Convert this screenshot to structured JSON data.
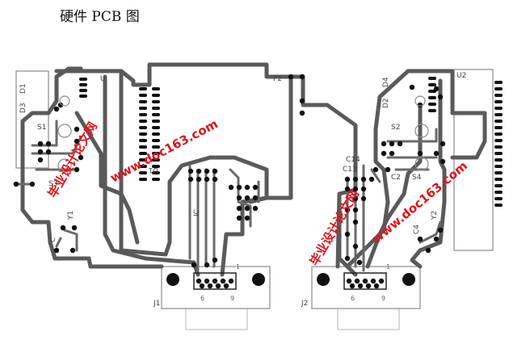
{
  "caption": "硬件 PCB 图",
  "labels": {
    "d1": "D1",
    "d3": "D3",
    "s1": "S1",
    "s3": "S3",
    "y1": "Y1",
    "c": "C",
    "p2": "P2",
    "d4": "D4",
    "d2": "D2",
    "s2": "S2",
    "c14": "C14",
    "c13": "C13",
    "c2": "C2",
    "s4": "S4",
    "y2": "Y2",
    "c4": "C4",
    "u2": "U2",
    "u": "U",
    "u1": "U1",
    "ic": "IC",
    "j1": "J1",
    "j2": "J2",
    "j1_pin1": "1",
    "j1_pin6": "6",
    "j1_pin9": "9",
    "j2_pin1": "1",
    "j2_pin6": "6",
    "j2_pin9": "9"
  },
  "watermarks": {
    "left_cn": "毕业设计论文网",
    "left_url": "www.doc163.com",
    "right_cn": "毕业设计论文网",
    "right_url": "www.doc163.com"
  },
  "colors": {
    "trace": "#5a5a5a",
    "pad": "#111111",
    "watermark": "#e0121a"
  }
}
